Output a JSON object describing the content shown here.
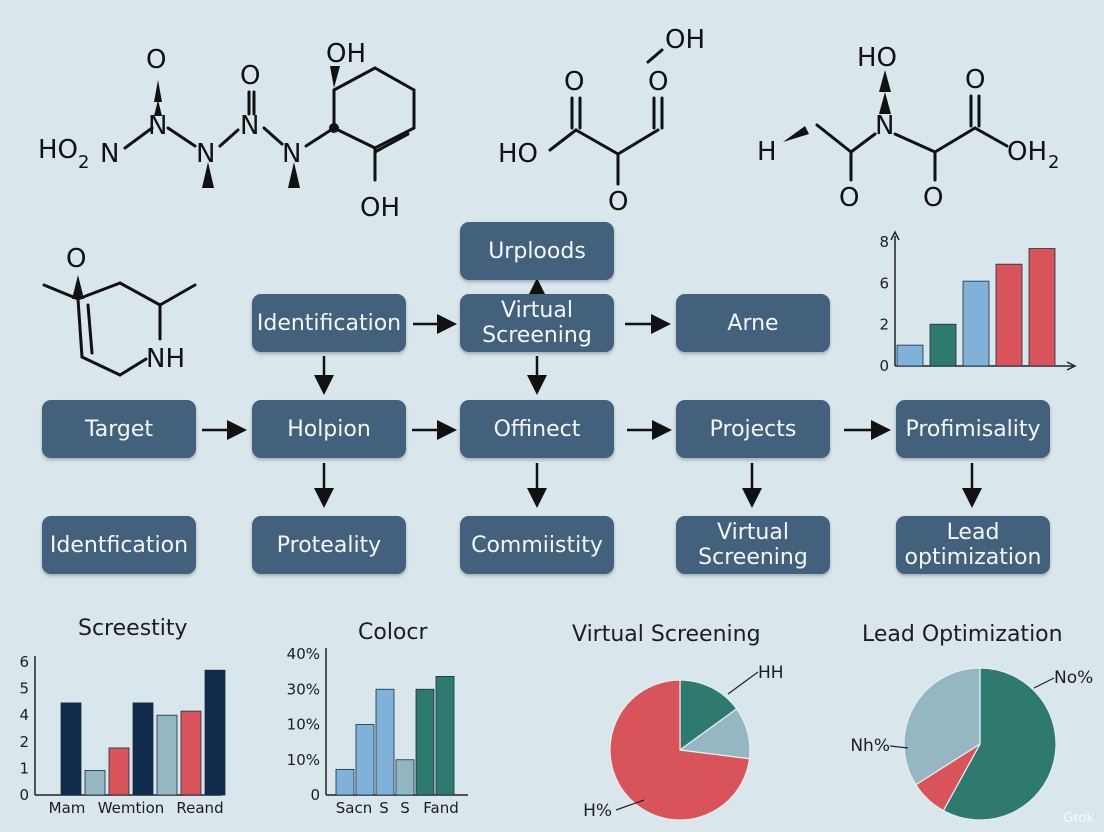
{
  "molecules": {
    "m1": {
      "o_top": "O",
      "ho2": "HO",
      "ho2_sub": "2",
      "n1": "N",
      "n2": "N",
      "n3": "N",
      "o_mid": "O",
      "n4": "N",
      "n5": "N",
      "oh_top": "OH",
      "oh_bottom": "OH"
    },
    "m2": {
      "oh": "OH",
      "o_top": "O",
      "o_right": "O",
      "ho": "HO",
      "o_bottom": "O"
    },
    "m3": {
      "ho": "HO",
      "n": "N",
      "o_top": "O",
      "h": "H",
      "oh": "OH",
      "oh_sub": "2",
      "o_left": "O",
      "o_right": "O"
    },
    "m4": {
      "o": "O",
      "nh": "NH"
    }
  },
  "nodes": {
    "urploods": "Urploods",
    "virtual_screening_top": [
      "Virtual",
      "Screening"
    ],
    "identification_top": "Identification",
    "arne": "Arne",
    "target": "Target",
    "holpion": "Holpion",
    "offinect": "Offinect",
    "projects": "Projects",
    "profimisality": "Profimisality",
    "identification_bottom": "Identfication",
    "proteality": "Proteality",
    "commiistity": "Commiistity",
    "virtual_screening_bottom": [
      "Virtual",
      "Screening"
    ],
    "lead_optimization": [
      "Lead",
      "optimization"
    ]
  },
  "chart_data": [
    {
      "type": "bar",
      "title": "",
      "y_ticks": [
        "0",
        "2",
        "6",
        "8"
      ],
      "ylim": [
        0,
        9.5
      ],
      "values": [
        1.6,
        3.2,
        6.5,
        7.8,
        9.0
      ],
      "colors": [
        "#7fb1d9",
        "#2e7a6e",
        "#7fb1d9",
        "#d9545a",
        "#d9545a"
      ],
      "grid": false
    },
    {
      "type": "bar",
      "title": "Screestity",
      "y_ticks": [
        "0",
        "1",
        "2",
        "4",
        "5",
        "6"
      ],
      "ylim": [
        0,
        6.5
      ],
      "categories": [
        "Mam",
        "Wemtion",
        "Reand"
      ],
      "values": [
        4.5,
        1.2,
        2.3,
        4.5,
        3.9,
        4.1,
        6.1
      ],
      "colors": [
        "#102a4c",
        "#95b7c3",
        "#d9545a",
        "#102a4c",
        "#95b7c3",
        "#d9545a",
        "#102a4c"
      ],
      "grid": false
    },
    {
      "type": "bar",
      "title": "Colocr",
      "y_ticks": [
        "0",
        "10%",
        "10%",
        "30%",
        "40%"
      ],
      "ylim": [
        0,
        44
      ],
      "categories": [
        "Sacn",
        "S",
        "S",
        "Fand"
      ],
      "values": [
        8,
        22,
        33,
        11,
        33,
        37
      ],
      "colors": [
        "#7fb1d9",
        "#7fb1d9",
        "#7fb1d9",
        "#8fb6c2",
        "#2e7a6e",
        "#2e7a6e"
      ],
      "grid": false
    },
    {
      "type": "pie",
      "title": "Virtual Screening",
      "labels": [
        "HH",
        "H%"
      ],
      "values": [
        15,
        12,
        73
      ],
      "colors": [
        "#2e7a6e",
        "#95b7c3",
        "#d9545a"
      ]
    },
    {
      "type": "pie",
      "title": "Lead Optimization",
      "labels": [
        "No%",
        "Nh%"
      ],
      "values": [
        58,
        8,
        34
      ],
      "colors": [
        "#2e7a6e",
        "#d9545a",
        "#95b7c3"
      ]
    }
  ],
  "watermark": "Grok"
}
